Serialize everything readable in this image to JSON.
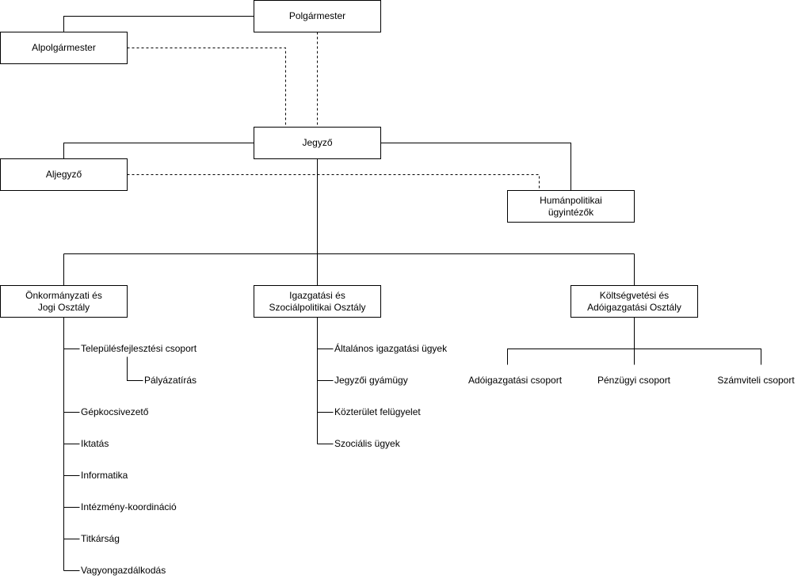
{
  "top": {
    "polgarmester": "Polgármester",
    "alpolgarmester": "Alpolgármester",
    "jegyzo": "Jegyző",
    "aljegyzo": "Aljegyző",
    "humanpolitikai": [
      "Humánpolitikai",
      "ügyintézők"
    ]
  },
  "departments": {
    "onkormanyzati": {
      "title": [
        "Önkormányzati és",
        "Jogi Osztály"
      ],
      "units": [
        "Településfejlesztési csoport",
        "Pályázatírás",
        "Gépkocsivezető",
        "Iktatás",
        "Informatika",
        "Intézmény-koordináció",
        "Titkárság",
        "Vagyongazdálkodás"
      ]
    },
    "igazgatasi": {
      "title": [
        "Igazgatási és",
        "Szociálpolitikai Osztály"
      ],
      "units": [
        "Általános igazgatási ügyek",
        "Jegyzői gyámügy",
        "Közterület felügyelet",
        "Szociális ügyek"
      ]
    },
    "koltsegvetesi": {
      "title": [
        "Költségvetési és",
        "Adóigazgatási Osztály"
      ],
      "units": [
        "Adóigazgatási csoport",
        "Pénzügyi csoport",
        "Számviteli csoport"
      ]
    }
  }
}
